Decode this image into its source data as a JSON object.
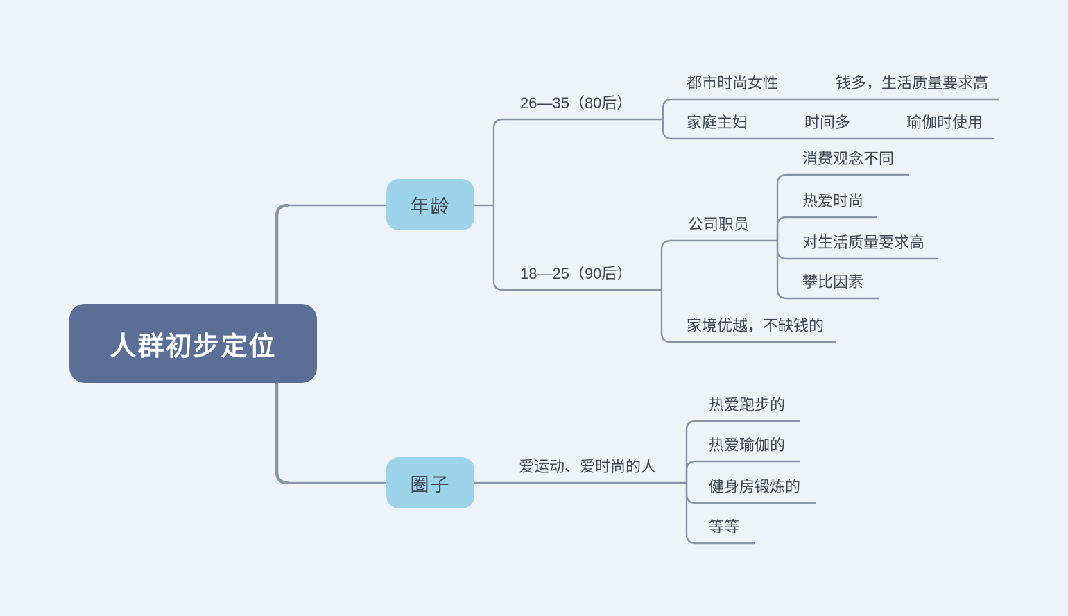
{
  "colors": {
    "background": "#edf3f9",
    "root_fill": "#5b6e96",
    "root_text": "#ffffff",
    "branch_fill": "#9cd3e8",
    "node_text": "#3f4754",
    "connector": "#8a93a4"
  },
  "mindmap": {
    "root": {
      "label": "人群初步定位"
    },
    "children": [
      {
        "label": "年龄",
        "children": [
          {
            "label": "26—35（80后）",
            "children": [
              {
                "label": "都市时尚女性",
                "children": [
                  {
                    "label": "钱多，生活质量要求高"
                  }
                ]
              },
              {
                "label": "家庭主妇",
                "children": [
                  {
                    "label": "时间多",
                    "children": [
                      {
                        "label": "瑜伽时使用"
                      }
                    ]
                  }
                ]
              }
            ]
          },
          {
            "label": "18—25（90后）",
            "children": [
              {
                "label": "公司职员",
                "children": [
                  {
                    "label": "消费观念不同"
                  },
                  {
                    "label": "热爱时尚"
                  },
                  {
                    "label": "对生活质量要求高"
                  },
                  {
                    "label": "攀比因素"
                  }
                ]
              },
              {
                "label": "家境优越，不缺钱的"
              }
            ]
          }
        ]
      },
      {
        "label": "圈子",
        "children": [
          {
            "label": "爱运动、爱时尚的人",
            "children": [
              {
                "label": "热爱跑步的"
              },
              {
                "label": "热爱瑜伽的"
              },
              {
                "label": "健身房锻炼的"
              },
              {
                "label": "等等"
              }
            ]
          }
        ]
      }
    ]
  }
}
